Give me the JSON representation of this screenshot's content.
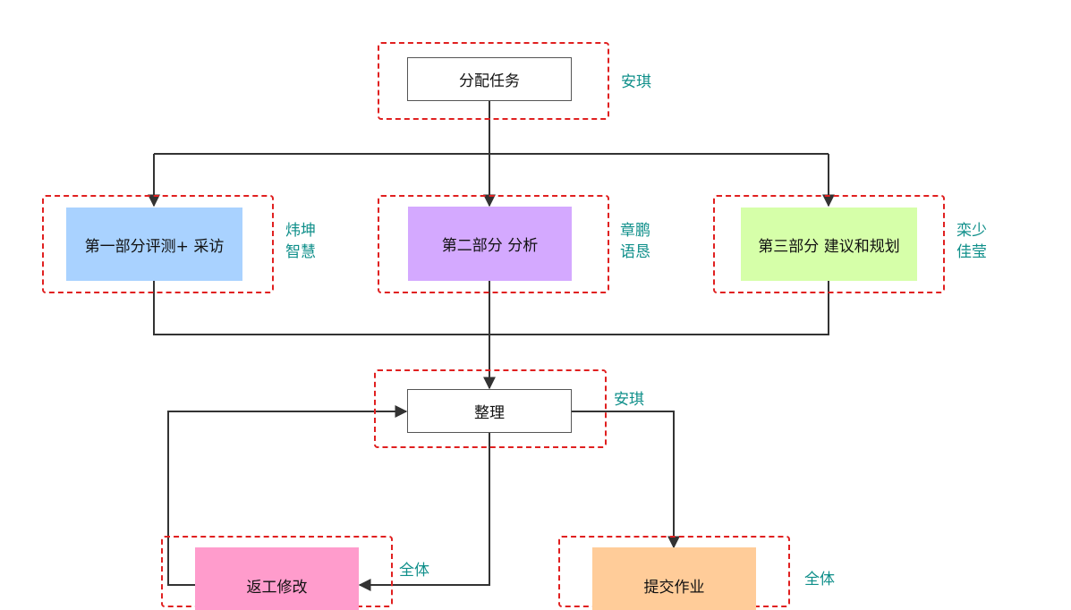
{
  "nodes": {
    "assign": {
      "label": "分配任务"
    },
    "part1": {
      "label": "第一部分评测+ 采访",
      "color": "#a9d2ff"
    },
    "part2": {
      "label": "第二部分 分析",
      "color": "#d4a9ff"
    },
    "part3": {
      "label": "第三部分 建议和规划",
      "color": "#d6ffa9"
    },
    "organize": {
      "label": "整理"
    },
    "rework": {
      "label": "返工修改",
      "color": "#ff9ccc"
    },
    "submit": {
      "label": "提交作业",
      "color": "#ffcc99"
    }
  },
  "assignees": {
    "assign": [
      "安琪"
    ],
    "part1": [
      "炜坤",
      "智慧"
    ],
    "part2": [
      "章鹏",
      "语恳"
    ],
    "part3": [
      "栾少",
      "佳莹"
    ],
    "organize": [
      "安琪"
    ],
    "rework": [
      "全体"
    ],
    "submit": [
      "全体"
    ]
  },
  "colors": {
    "group_border": "#e02020",
    "assignee_text": "#0f8f8a",
    "connector": "#333333"
  }
}
